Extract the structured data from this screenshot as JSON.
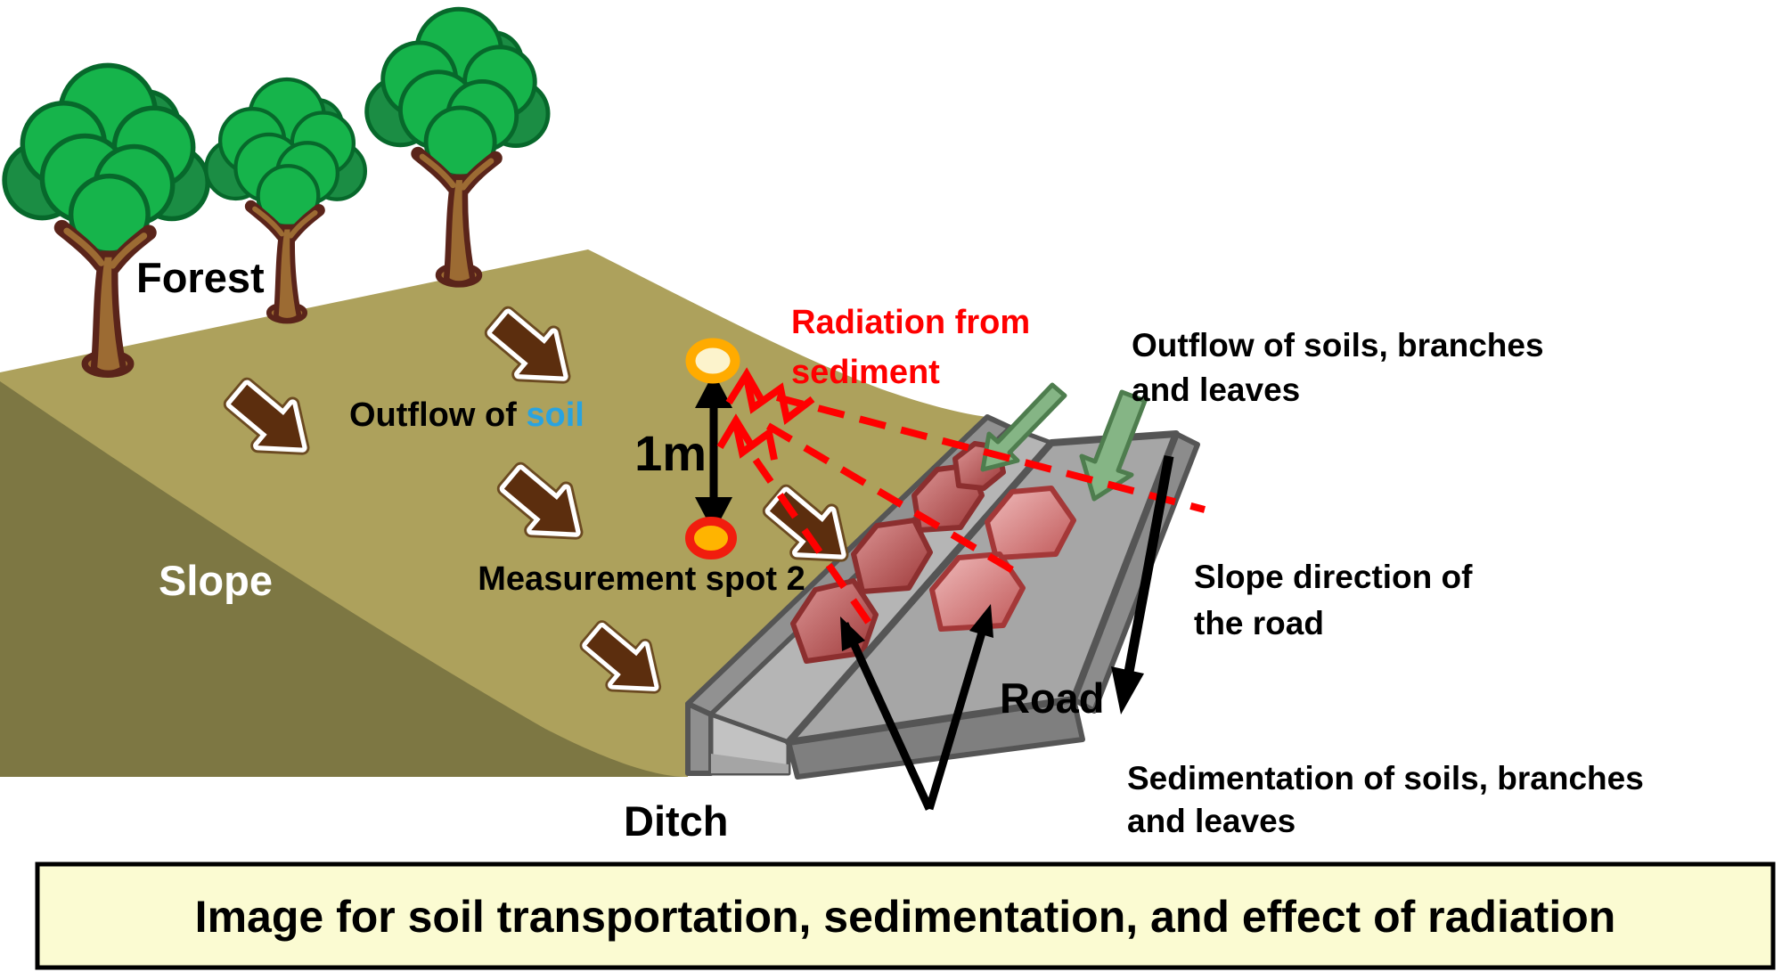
{
  "diagram": {
    "labels": {
      "forest": "Forest",
      "slope": "Slope",
      "outflow_soil": {
        "prefix": "Outflow of ",
        "highlight": "soil"
      },
      "one_m": "1m",
      "measurement_spot": "Measurement spot 2",
      "radiation": [
        "Radiation from",
        "sediment"
      ],
      "outflow_right": [
        "Outflow of soils, branches",
        "and leaves"
      ],
      "slope_direction": [
        "Slope direction of",
        "the road"
      ],
      "road": "Road",
      "ditch": "Ditch",
      "sedimentation": [
        "Sedimentation of soils, branches",
        "and leaves"
      ]
    },
    "caption": "Image for soil transportation, sedimentation, and effect of radiation",
    "colors": {
      "slope_top": "#ADA15C",
      "slope_face": "#7D7743",
      "tree_leaf_green": "#16B44B",
      "tree_leaf_dark_green": "#1B8D44",
      "tree_trunk_brown": "#9C6B33",
      "soil_arrow_brown": "#5C2E0E",
      "debris_arrow_green": "#85B585",
      "road_gray": "#A6A6A6",
      "ditch_wall_gray": "#919191",
      "channel_gray": "#B5B5B5",
      "ditch_sediment_dark": "#9E3939",
      "road_sediment_light": "#EFB9B9",
      "radiation_red": "#FF0000",
      "soil_word_blue": "#29A3E0",
      "spot_ring_orange": "#FFAB00",
      "spot_ring_red": "#F11D0E",
      "spot_fill_cream": "#FCF3CC",
      "spot_fill_orange": "#FFB400",
      "banner_background": "#FBFBD2",
      "text_black": "#000000"
    },
    "icons": {
      "tree": "tree-icon",
      "soil_outflow": "soil-outflow-arrow-icon",
      "debris_outflow": "green-arrow-icon",
      "radiation_zigzag": "radiation-zigzag-arrow-icon",
      "one_meter_measure": "one-meter-arrow-icon",
      "sediment_pointer": "sediment-pointer-arrow-icon",
      "road_slope_direction": "slope-direction-arrow-icon"
    }
  }
}
